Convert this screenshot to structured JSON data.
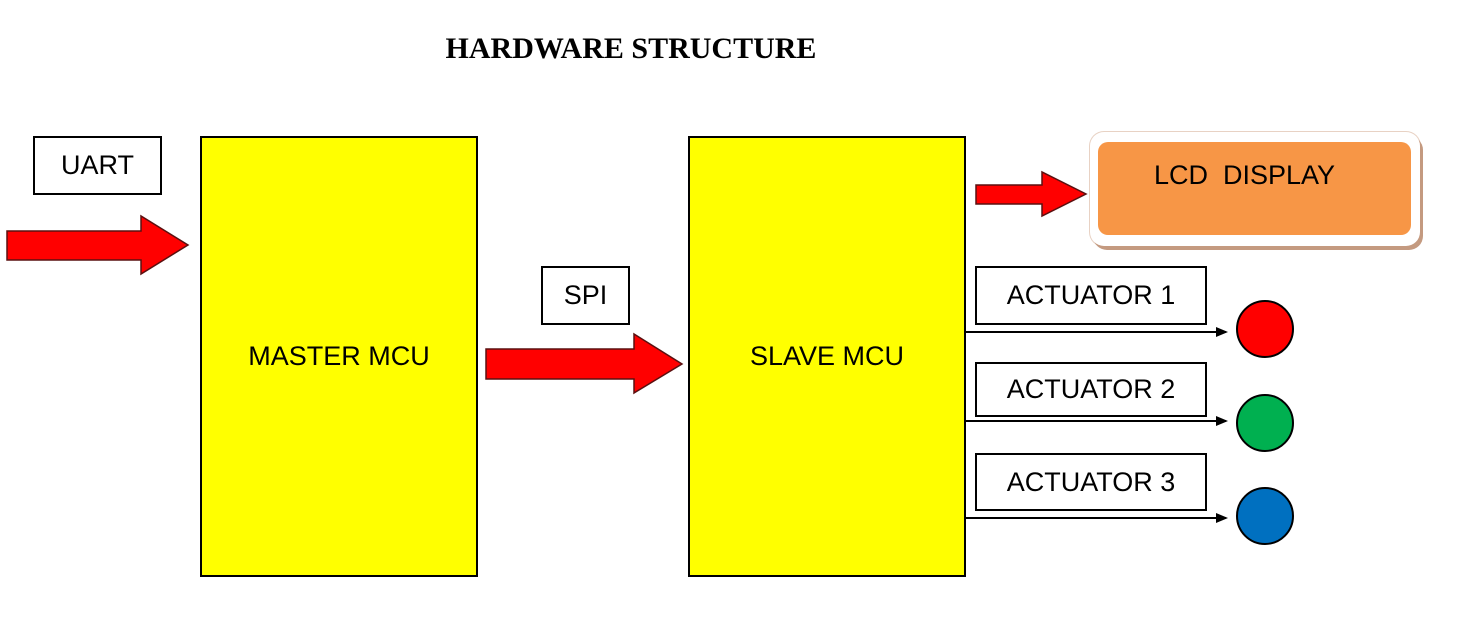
{
  "title": "HARDWARE STRUCTURE",
  "labels": {
    "uart": "UART",
    "spi": "SPI",
    "master": "MASTER MCU",
    "slave": "SLAVE MCU",
    "lcd": "LCD  DISPLAY",
    "actuator1": "ACTUATOR 1",
    "actuator2": "ACTUATOR 2",
    "actuator3": "ACTUATOR 3"
  },
  "colors": {
    "mcu_fill": "#ffff00",
    "arrow_fill": "#ff0000",
    "lcd_fill": "#f79646",
    "actuator1_led": "#ff0000",
    "actuator2_led": "#00b050",
    "actuator3_led": "#0070c0"
  }
}
